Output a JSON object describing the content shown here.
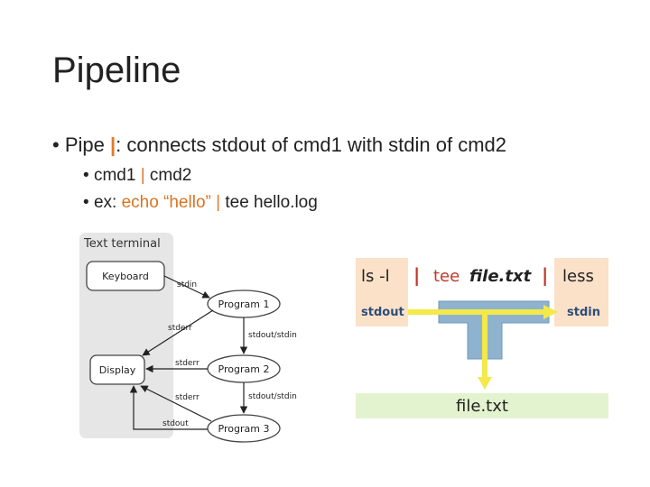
{
  "slide": {
    "title": "Pipeline",
    "bullet_main": {
      "marker": "•",
      "pre": "Pipe ",
      "pipe": "|",
      "post": ": connects stdout of cmd1 with stdin of cmd2"
    },
    "sub_bullets": {
      "marker": "•",
      "item1": {
        "pre": "cmd1 ",
        "pipe": "|",
        "post": " cmd2"
      },
      "item2": {
        "pre": "ex: ",
        "orange": "echo “hello”",
        "pipe": " | ",
        "post": "tee hello.log"
      }
    }
  },
  "terminal_diagram": {
    "title": "Text terminal",
    "keyboard": "Keyboard",
    "display": "Display",
    "program1": "Program 1",
    "program2": "Program 2",
    "program3": "Program 3",
    "stdin": "stdin",
    "stderr1": "stderr",
    "stdout_stdin1": "stdout/stdin",
    "stderr2": "stderr",
    "stdout_stdin2": "stdout/stdin",
    "stderr3": "stderr",
    "stdout": "stdout"
  },
  "tee_diagram": {
    "cmd_ls": "ls -l",
    "pipe1": "|",
    "cmd_tee": "tee",
    "cmd_file": "file.txt",
    "pipe2": "|",
    "cmd_less": "less",
    "label_stdout": "stdout",
    "label_stdin": "stdin",
    "file_label": "file.txt"
  },
  "colors": {
    "accent": "#e07a2b",
    "terminal_bg": "#e6e6e6",
    "peach": "#fbe1c8",
    "green": "#e3f3cf",
    "tee_blue": "#8fb3cf",
    "tee_blue_dark": "#6f97b8",
    "flow_yellow": "#f3e94a"
  }
}
